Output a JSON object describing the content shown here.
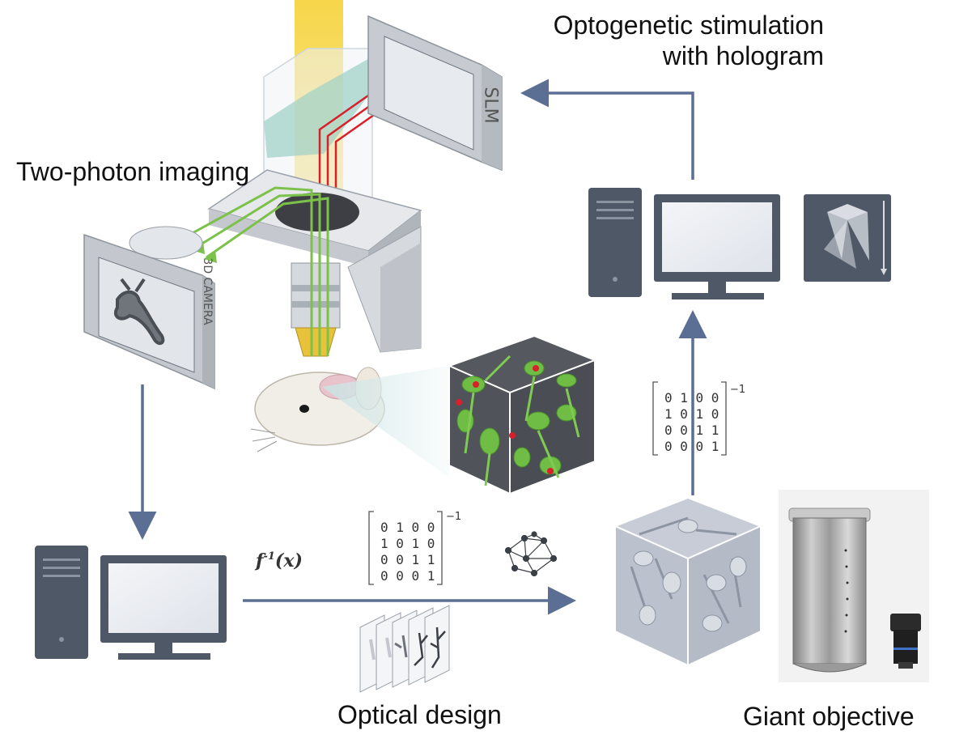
{
  "labels": {
    "optogenetic_line1": "Optogenetic stimulation",
    "optogenetic_line2": "with hologram",
    "two_photon": "Two-photon imaging",
    "optical_design": "Optical design",
    "giant_objective": "Giant objective"
  },
  "slm_text": "SLM",
  "camera_text": "3D CAMERA",
  "formula": {
    "func": "f",
    "superscript": "-1",
    "argument": "(x)"
  },
  "matrix_bottom": {
    "rows": [
      "0 1 0 0",
      "1 0 1 0",
      "0 0 1 1",
      "0 0 0 1"
    ],
    "exponent": "−1"
  },
  "matrix_right": {
    "rows": [
      "0 1 0 0",
      "1 0 1 0",
      "0 0 1 1",
      "0 0 0 1"
    ],
    "exponent": "−1"
  },
  "colors": {
    "arrow": "#5b6f95",
    "device_gray": "#4f5866",
    "beam_yellow": "#f5d84a",
    "laser_red": "#d8202a",
    "laser_green": "#7cc24a",
    "neuron_green": "#6fbd45"
  },
  "icons": [
    "computer-tower-icon",
    "monitor-icon",
    "neural-network-icon",
    "hologram-projection-icon",
    "neuron-stack-icon"
  ]
}
